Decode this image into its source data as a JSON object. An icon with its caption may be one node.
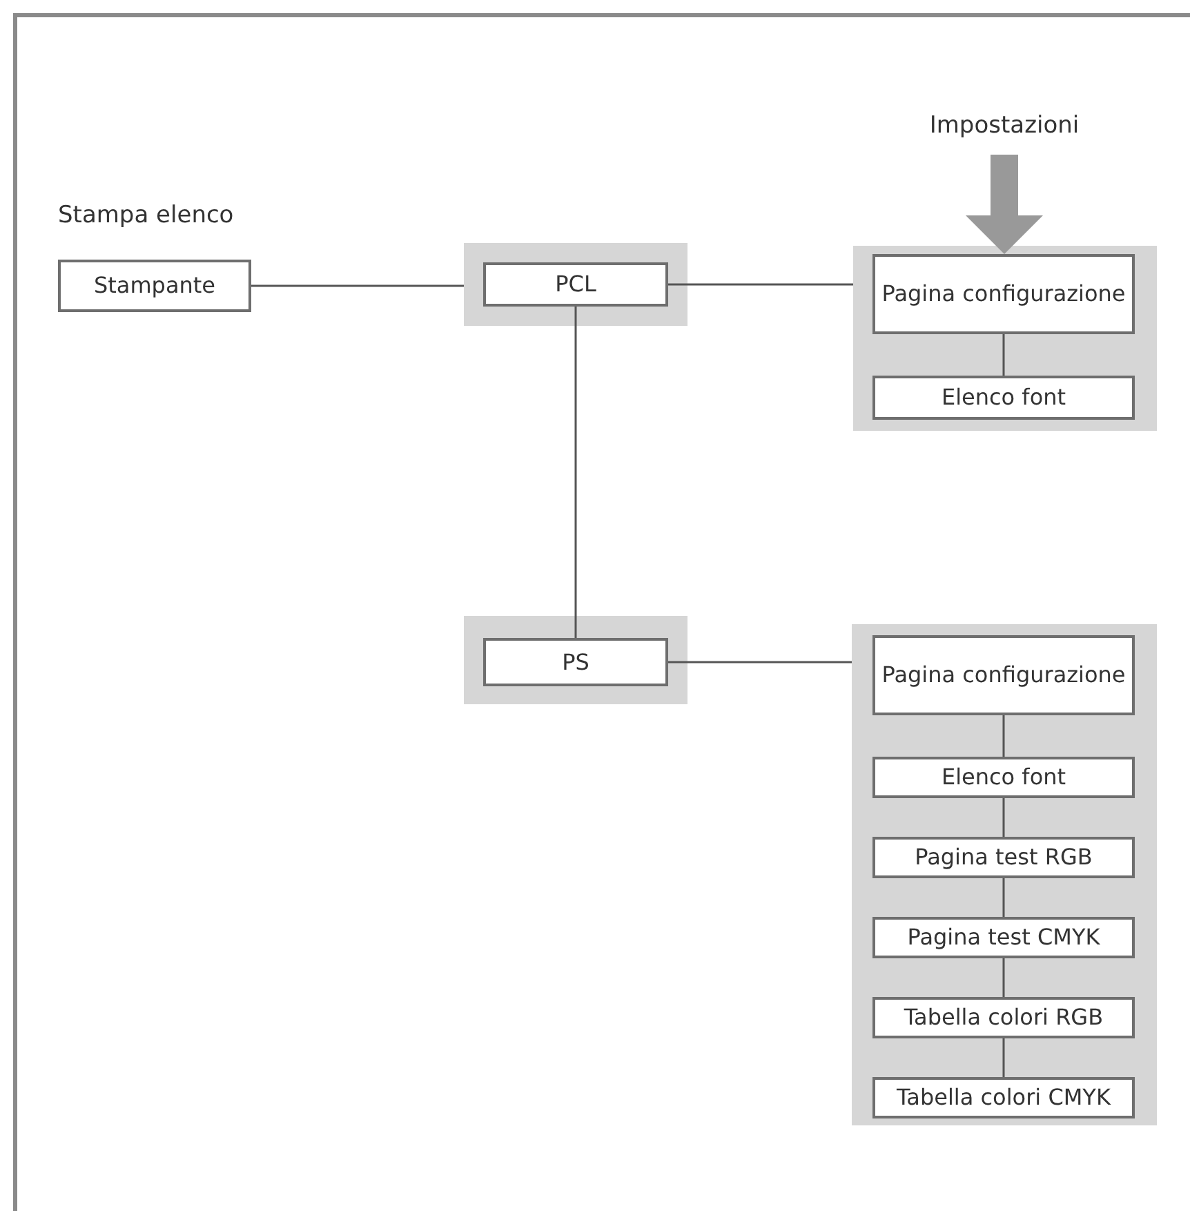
{
  "diagram": {
    "nodes": [
      {
        "text": [
          "Stampante"
        ],
        "beside": [
          "Stampa elenco"
        ]
      },
      {
        "text": [],
        "shape": "box"
      },
      {
        "text": [
          "PCL"
        ],
        "in": 1
      },
      {
        "text": [
          "Impostazioni"
        ]
      },
      {
        "text": [],
        "shape": "box"
      },
      {
        "text": [
          "Pagina configurazione"
        ],
        "in": 4
      },
      {
        "text": [
          "Elenco font"
        ],
        "in": 4
      },
      {
        "text": [],
        "shape": "box"
      },
      {
        "text": [
          "PS"
        ],
        "in": 7
      },
      {
        "text": [],
        "shape": "box"
      },
      {
        "text": [
          "Pagina configurazione"
        ],
        "in": 9
      },
      {
        "text": [
          "Elenco font"
        ],
        "in": 9
      },
      {
        "text": [
          "Pagina test RGB"
        ],
        "in": 9
      },
      {
        "text": [
          "Pagina test CMYK"
        ],
        "in": 9
      },
      {
        "text": [
          "Tabella colori RGB"
        ],
        "in": 9
      },
      {
        "text": [
          "Tabella colori CMYK"
        ],
        "in": 9
      }
    ],
    "edges": [
      {
        "from": 0,
        "to": 1,
        "arrow": "none"
      },
      {
        "from": 2,
        "to": 4,
        "arrow": "none"
      },
      {
        "from": 3,
        "to": 4,
        "arrow": "to",
        "style": "thick",
        "color": "#999999"
      },
      {
        "from": 2,
        "to": 8,
        "arrow": "none"
      },
      {
        "from": 8,
        "to": 9,
        "arrow": "none"
      },
      {
        "from": 5,
        "to": 6,
        "arrow": "none"
      },
      {
        "from": 10,
        "to": 11,
        "arrow": "none"
      },
      {
        "from": 11,
        "to": 12,
        "arrow": "none"
      },
      {
        "from": 12,
        "to": 13,
        "arrow": "none"
      },
      {
        "from": 13,
        "to": 14,
        "arrow": "none"
      },
      {
        "from": 14,
        "to": 15,
        "arrow": "none"
      }
    ]
  }
}
